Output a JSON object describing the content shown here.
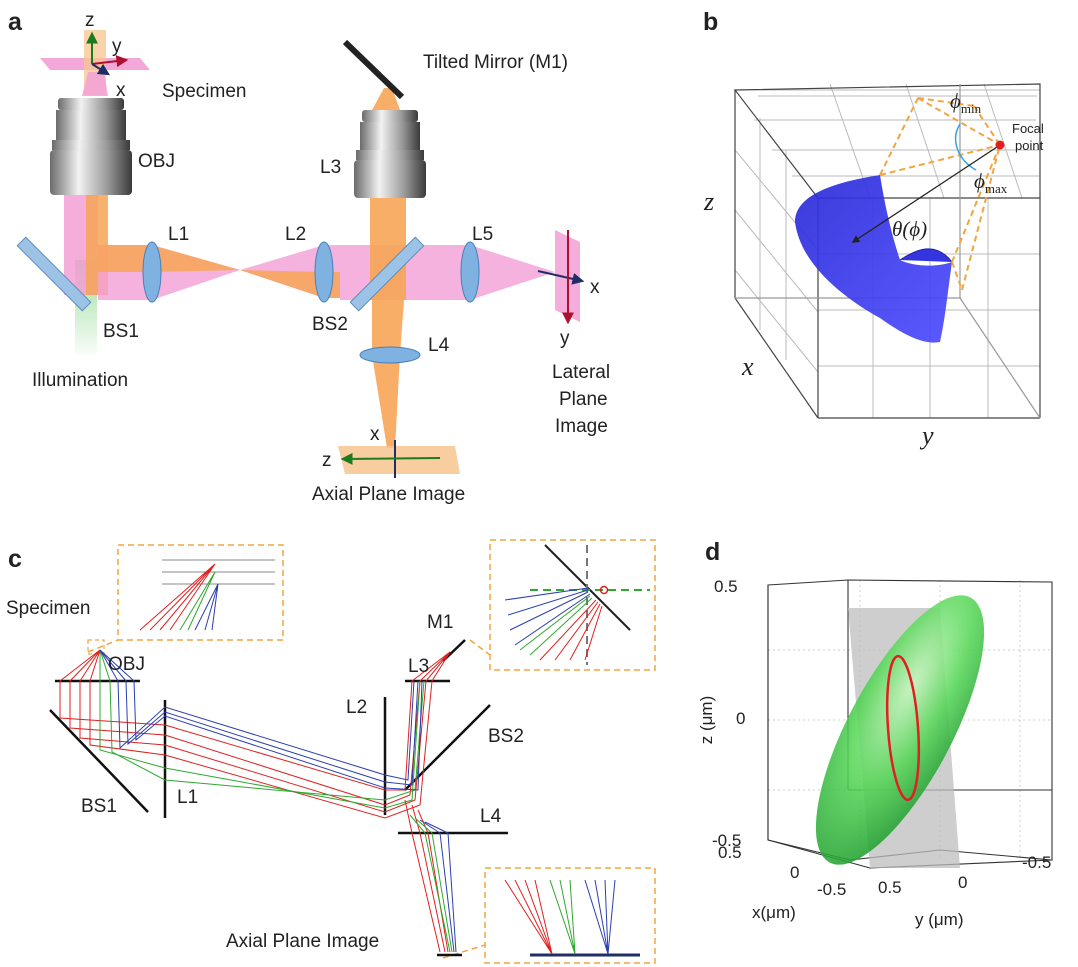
{
  "colors": {
    "pink": "#f39fd6",
    "orange": "#f7a556",
    "green": "#9fe0a0",
    "lens": "#7fb2e0",
    "splitter": "#9cc3e6",
    "dash": "#f0a640",
    "ray_red": "#e02020",
    "ray_green": "#2fa82f",
    "ray_blue": "#2a3fb0",
    "ellipsoid": "#3fd63f",
    "psf": "#2222dd"
  },
  "panels": {
    "a": {
      "letter": "a",
      "axes": {
        "z": "z",
        "y": "y",
        "x": "x"
      },
      "specimen": "Specimen",
      "obj": "OBJ",
      "mirror": "Tilted Mirror (M1)",
      "l1": "L1",
      "l2": "L2",
      "l3": "L3",
      "l4": "L4",
      "l5": "L5",
      "bs1": "BS1",
      "bs2": "BS2",
      "illumination": "Illumination",
      "lateral_x": "x",
      "lateral_y": "y",
      "lateral_lines": [
        "Lateral",
        "Plane",
        "Image"
      ],
      "axial_x": "x",
      "axial_z": "z",
      "axial": "Axial Plane Image"
    },
    "b": {
      "letter": "b",
      "phi_min": "ϕ",
      "phi_min_sub": "min",
      "phi_max": "ϕ",
      "phi_max_sub": "max",
      "focal_lines": [
        "Focal",
        "point"
      ],
      "theta": "θ(ϕ)",
      "z": "z",
      "x": "x",
      "y": "y"
    },
    "c": {
      "letter": "c",
      "specimen": "Specimen",
      "obj": "OBJ",
      "m1": "M1",
      "l1": "L1",
      "l2": "L2",
      "l3": "L3",
      "l4": "L4",
      "bs1": "BS1",
      "bs2": "BS2",
      "axial": "Axial Plane Image"
    },
    "d": {
      "letter": "d",
      "z_ticks": [
        "0.5",
        "0",
        "-0.5"
      ],
      "z_label": "z (μm)",
      "x_ticks": [
        "0.5",
        "0",
        "-0.5"
      ],
      "x_label": "x(μm)",
      "y_ticks": [
        "0.5",
        "0",
        "-0.5"
      ],
      "y_label": "y (μm)"
    }
  }
}
